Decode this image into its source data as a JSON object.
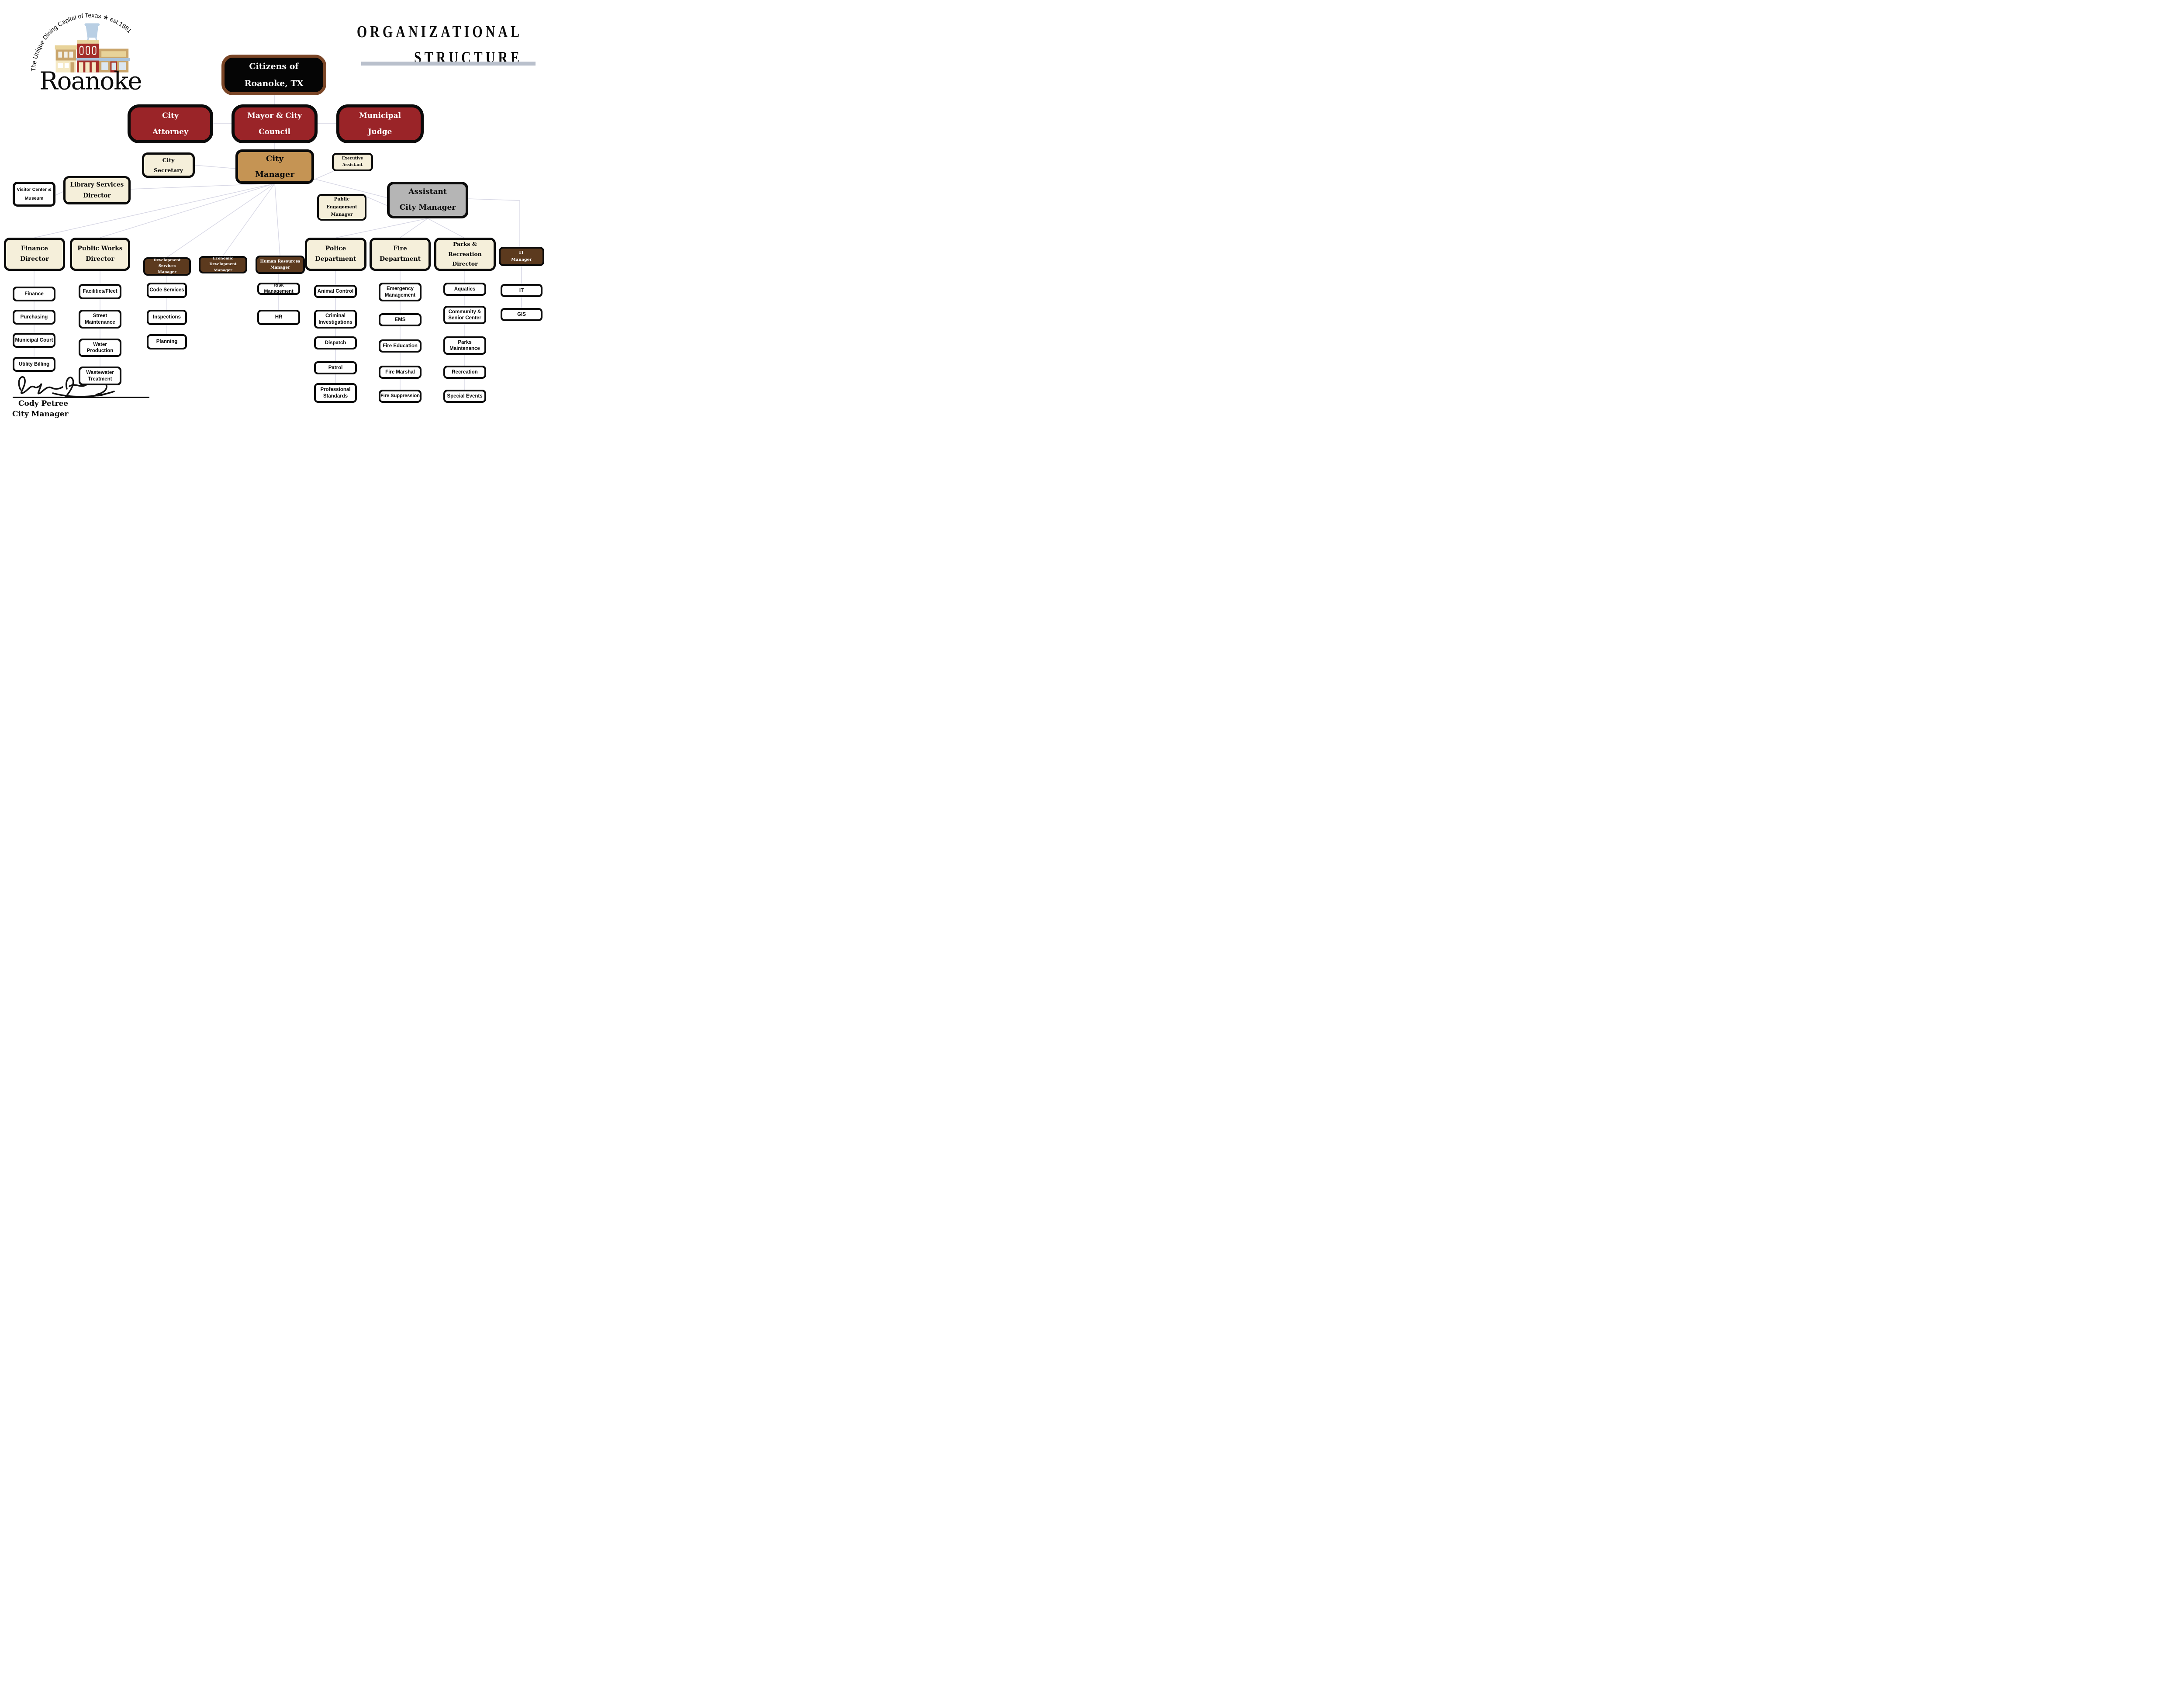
{
  "logo": {
    "arc_text": "The Unique Dining Capital of Texas ★ est.1881",
    "wordmark": "Roanoke"
  },
  "title": {
    "line1": "ORGANIZATIONAL",
    "line2": "STRUCTURE"
  },
  "nodes": {
    "citizens": "Citizens of\nRoanoke, TX",
    "cityAttorney": "City\nAttorney",
    "mayorCouncil": "Mayor & City\nCouncil",
    "municipalJudge": "Municipal\nJudge",
    "citySecretary": "City\nSecretary",
    "cityManager": "City\nManager",
    "execAssistant": "Executive\nAssistant",
    "visitorCenter": "Visitor Center &\nMuseum",
    "libraryServices": "Library Services\nDirector",
    "publicEngagement": "Public\nEngagement\nManager",
    "assistantCityManager": "Assistant\nCity Manager",
    "financeDirector": "Finance\nDirector",
    "publicWorksDirector": "Public Works\nDirector",
    "devServicesMgr": "Development Services\nManager",
    "econDevMgr": "Economic\nDevelopment Manager",
    "hrMgr": "Human Resources\nManager",
    "policeDept": "Police\nDepartment",
    "fireDept": "Fire\nDepartment",
    "parksRecDirector": "Parks & Recreation\nDirector",
    "itManager": "IT\nManager",
    "fin1": "Finance",
    "fin2": "Purchasing",
    "fin3": "Municipal Court",
    "fin4": "Utility Billing",
    "pw1": "Facilities/Fleet",
    "pw2": "Street\nMaintenance",
    "pw3": "Water\nProduction",
    "pw4": "Wastewater\nTreatment",
    "ds1": "Code Services",
    "ds2": "Inspections",
    "ds3": "Planning",
    "hr1": "Risk Management",
    "hr2": "HR",
    "po1": "Animal Control",
    "po2": "Criminal\nInvestigations",
    "po3": "Dispatch",
    "po4": "Patrol",
    "po5": "Professional\nStandards",
    "fi1": "Emergency\nManagement",
    "fi2": "EMS",
    "fi3": "Fire Education",
    "fi4": "Fire Marshal",
    "fi5": "Fire Suppression",
    "pa1": "Aquatics",
    "pa2": "Community &\nSenior Center",
    "pa3": "Parks\nMaintenance",
    "pa4": "Recreation",
    "pa5": "Special Events",
    "it1": "IT",
    "it2": "GIS"
  },
  "signature": {
    "name": "Cody Petree",
    "title": "City Manager"
  },
  "colors": {
    "citizens_fill": "#050505",
    "citizens_border": "#7A4526",
    "council_red": "#9A2428",
    "city_manager_tan": "#C59454",
    "assistant_gray": "#B5B5B5",
    "department_cream": "#F5EFDA",
    "manager_brown": "#5C3A1E",
    "sub_box_white": "#FFFFFF",
    "box_border_black": "#0A0A0A",
    "connector_line": "#D9D9E6",
    "title_bar": "#B9C0CC"
  }
}
